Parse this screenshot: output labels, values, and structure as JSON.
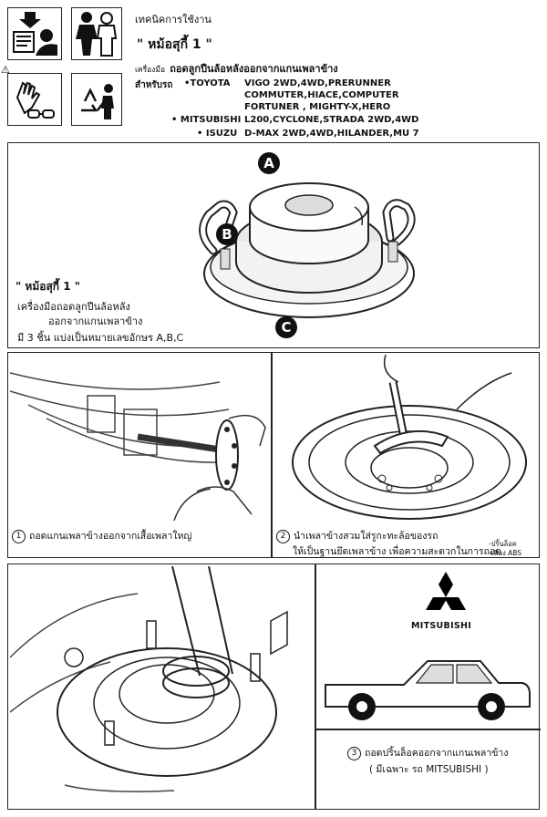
{
  "header": {
    "section_label": "เทคนิคการใช้งาน",
    "product_name": "\" หม้อสุกี้ 1 \"",
    "tool_prefix": "เครื่องมือ",
    "tool_desc": "ถอดลูกปืนล้อหลังออกจากแกนเพลาข้าง",
    "for_label": "สำหรับรถ",
    "vehicles": [
      {
        "brand": "•TOYOTA",
        "models": "VIGO 2WD,4WD,PRERUNNER"
      },
      {
        "brand": "",
        "models": "COMMUTER,HIACE,COMPUTER"
      },
      {
        "brand": "",
        "models": "FORTUNER , MIGHTY-X,HERO"
      },
      {
        "brand": "• MITSUBISHI",
        "models": "L200,CYCLONE,STRADA 2WD,4WD"
      },
      {
        "brand": "• ISUZU",
        "models": "D-MAX 2WD,4WD,HILANDER,MU 7"
      }
    ]
  },
  "icons": {
    "warning_symbol": "⚠",
    "items": [
      "read-manual-icon",
      "protective-gear-icon",
      "gloves-goggles-icon",
      "recycle-icon"
    ]
  },
  "product_panel": {
    "title": "\" หม้อสุกี้ 1 \"",
    "line1": "เครื่องมือถอดลูกปืนล้อหลัง",
    "line2": "ออกจากแกนเพลาข้าง",
    "line3": "มี 3 ชิ้น แบ่งเป็นหมายเลขอักษร A,B,C",
    "parts": [
      "A",
      "B",
      "C"
    ]
  },
  "steps": [
    {
      "number": "1",
      "text": "ถอดแกนเพลาข้างออกจากเสื้อเพลาใหญ่"
    },
    {
      "number": "2",
      "text": "นำเพลาข้างสวมใส่รูกะทะล้อของรถ",
      "text2": "ให้เป็นฐานยึดเพลาข้าง เพื่อความสะดวกในการถอด",
      "note1": "-ปริ้นล็อค",
      "note2": "-เฟือง ABS"
    },
    {
      "number": "3",
      "text": "ถอดปริ้นล็อคออกจากแกนเพลาข้าง",
      "text2": "( มีเฉพาะ รถ MITSUBISHI )"
    }
  ],
  "brand_logo": {
    "name": "MITSUBISHI",
    "color": "#000000"
  }
}
